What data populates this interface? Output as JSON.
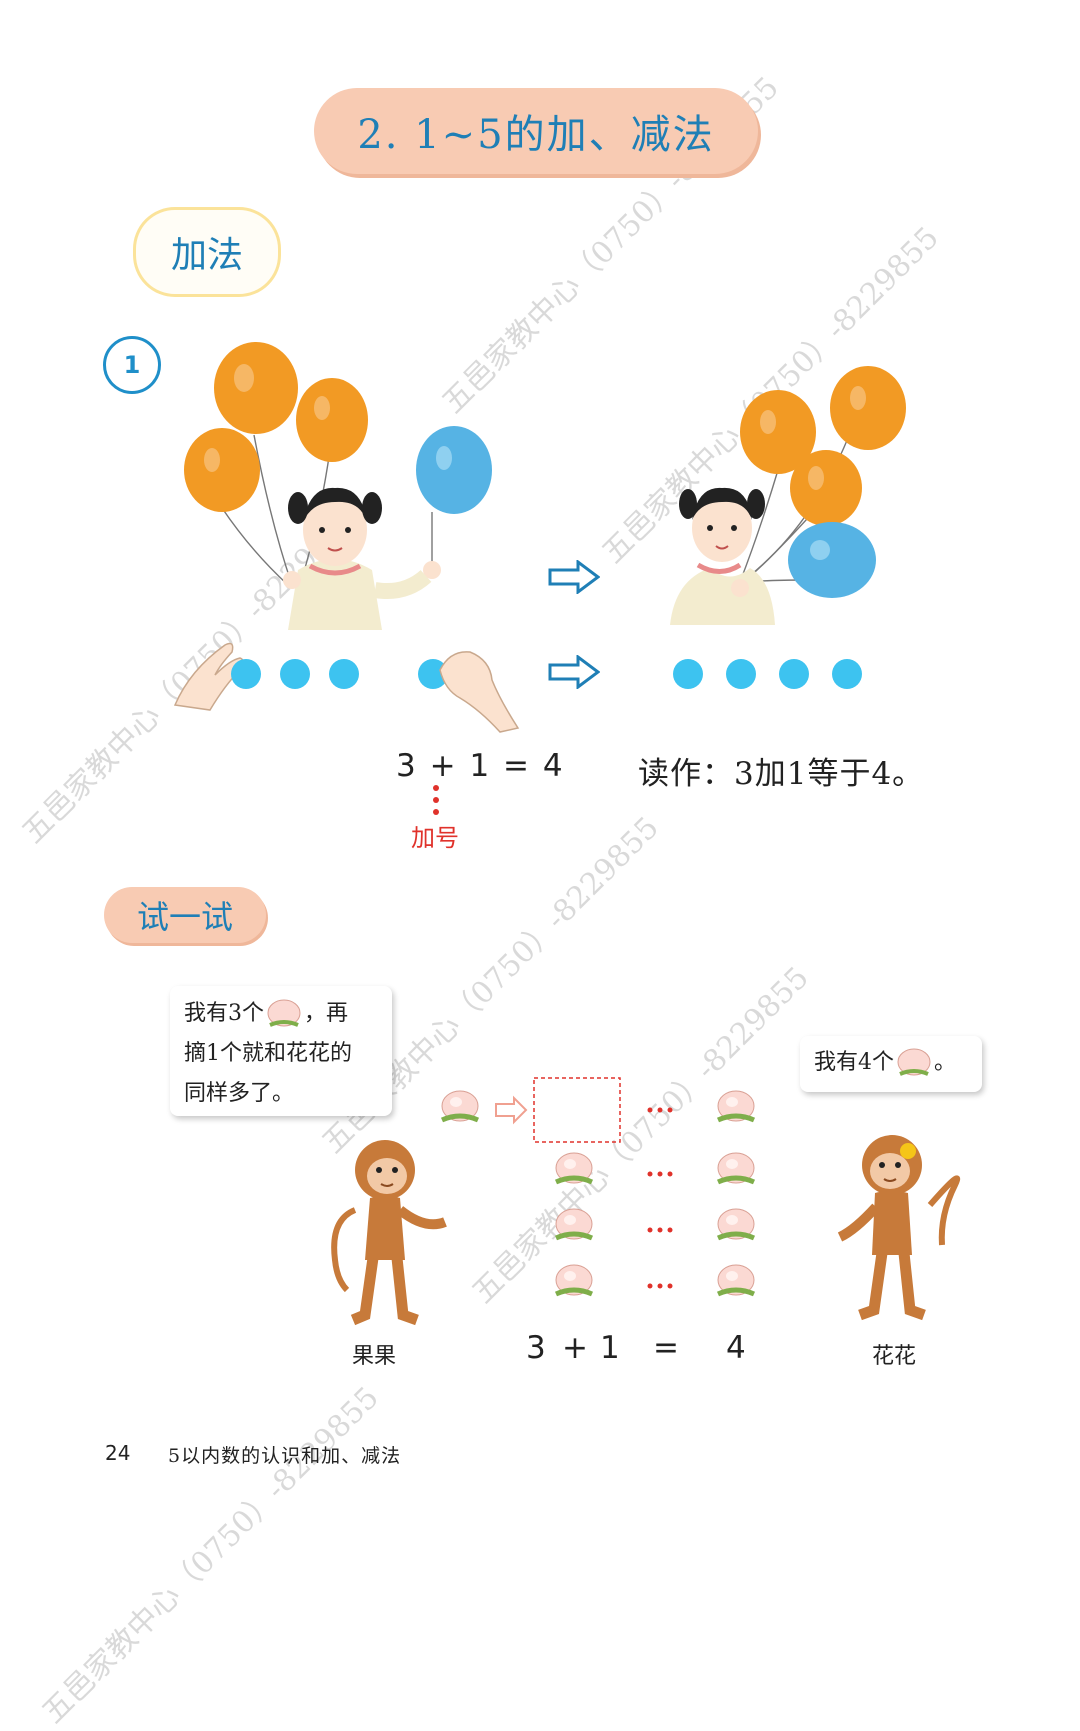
{
  "title": "2. 1~5的加、减法",
  "section_label": "加法",
  "example_number": "1",
  "equation1": {
    "a": "3",
    "plus": "+",
    "b": "1",
    "eq": "=",
    "result": "4",
    "plus_label": "加号",
    "reading": "读作：3加1等于4。"
  },
  "try_label": "试一试",
  "bubble_left": {
    "line1a": "我有3个",
    "line1b": "，再",
    "line2": "摘1个就和花花的",
    "line3": "同样多了。"
  },
  "bubble_right": {
    "text_a": "我有4个",
    "text_b": "。"
  },
  "equation2": {
    "a": "3",
    "plus": "+",
    "b": "1",
    "eq": "=",
    "result": "4"
  },
  "names": {
    "left_monkey": "果果",
    "right_monkey": "花花"
  },
  "footer": {
    "page_number": "24",
    "chapter": "5以内数的认识和加、减法"
  },
  "watermark": "五邑家教中心（0750）-8229855",
  "colors": {
    "orange_balloon": "#f29a24",
    "blue_balloon": "#56b3e4",
    "dot_blue": "#3dc3f0",
    "title_blue": "#1f7fb6",
    "pill_peach": "#f8cbb3",
    "red": "#e0322b"
  }
}
